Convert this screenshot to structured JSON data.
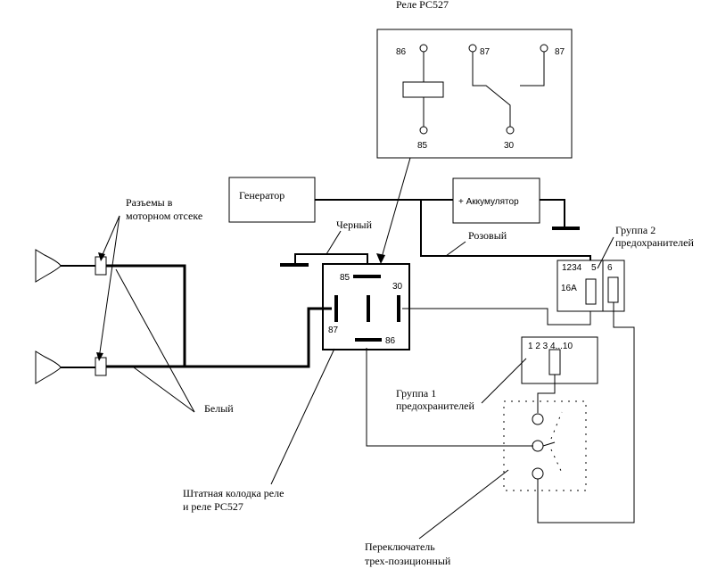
{
  "relay_title": "Реле РС527",
  "relay": {
    "pin86": "86",
    "pin87a": "87",
    "pin87": "87",
    "pin85": "85",
    "pin30": "30"
  },
  "generator": "Генератор",
  "battery": "+ Аккумулятор",
  "labels": {
    "black": "Черный",
    "pink": "Розовый",
    "white": "Белый",
    "connectors_line1": "Разъемы в",
    "connectors_line2": "моторном отсеке",
    "fuse_group2_line1": "Группа 2",
    "fuse_group2_line2": "предохранителей",
    "fuse_group1_line1": "Группа 1",
    "fuse_group1_line2": "предохранителей",
    "socket_line1": "Штатная колодка реле",
    "socket_line2": "и реле РС527",
    "switch_line1": "Переключатель",
    "switch_line2": "трех-позиционный"
  },
  "socket": {
    "pin85": "85",
    "pin30": "30",
    "pin87": "87",
    "pin86": "86"
  },
  "fuse_group2": {
    "slots_a": "1234",
    "slot_5": "5",
    "slot_6": "6",
    "rating": "16А"
  },
  "fuse_group1": {
    "slots": "1  2  3  4...10"
  }
}
